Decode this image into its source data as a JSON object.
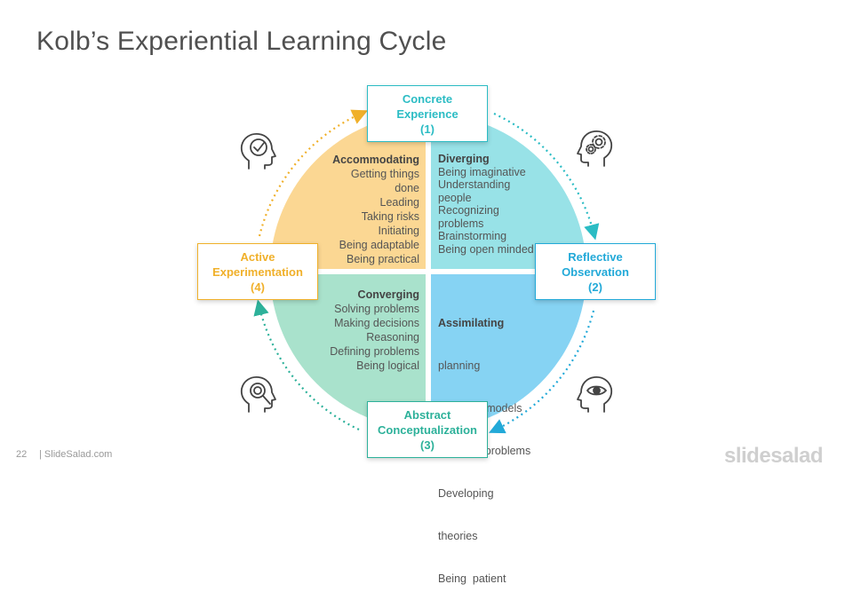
{
  "slide": {
    "title": "Kolb’s Experiential Learning Cycle",
    "page_number": "22",
    "footer_brand": "| SlideSalad.com",
    "logo_text": "slidesalad"
  },
  "stages": {
    "concrete": {
      "line1": "Concrete",
      "line2": "Experience",
      "number": "(1)"
    },
    "reflective": {
      "line1": "Reflective",
      "line2": "Observation",
      "number": "(2)"
    },
    "abstract": {
      "line1": "Abstract",
      "line2": "Conceptualization",
      "number": "(3)"
    },
    "active": {
      "line1": "Active",
      "line2": "Experimentation",
      "number": "(4)"
    }
  },
  "quadrants": {
    "accommodating": {
      "heading": "Accommodating",
      "items": [
        "Getting things",
        "done",
        "Leading",
        "Taking risks",
        "Initiating",
        "Being adaptable",
        "Being practical"
      ]
    },
    "diverging": {
      "heading": "Diverging",
      "items": [
        "Being imaginative",
        "Understanding",
        "people",
        "Recognizing",
        "problems",
        "Brainstorming",
        "Being open minded"
      ]
    },
    "converging": {
      "heading": "Converging",
      "items": [
        "Solving problems",
        "Making decisions",
        "Reasoning",
        "Defining problems",
        "Being logical"
      ]
    },
    "assimilating": {
      "heading": "Assimilating",
      "items": [
        "planning",
        "Creating  models",
        "Defining  problems",
        "Developing",
        "theories",
        "Being  patient"
      ]
    }
  },
  "colors": {
    "accommodating": "#fbd793",
    "diverging": "#98e2e7",
    "converging": "#a9e2cc",
    "assimilating": "#86d3f3",
    "concrete": "#2bbcc4",
    "reflective": "#22a9d8",
    "abstract": "#2db19a",
    "active": "#f0b02a"
  },
  "icons": {
    "top_left": "head-checkmark-icon",
    "top_right": "head-gears-icon",
    "bottom_left": "head-magnifier-icon",
    "bottom_right": "head-eye-icon"
  }
}
